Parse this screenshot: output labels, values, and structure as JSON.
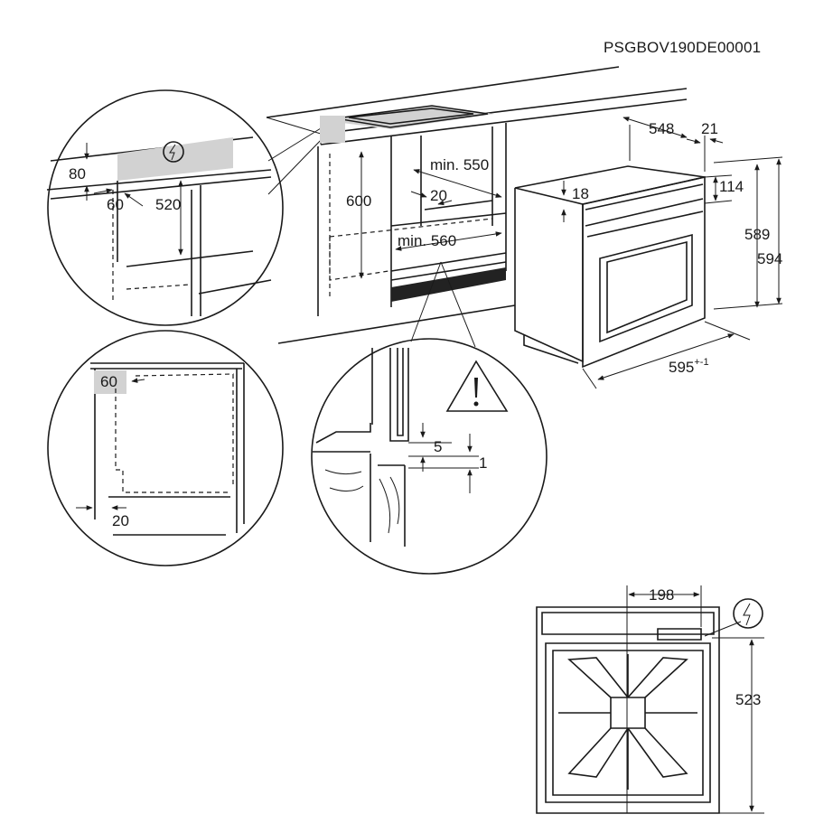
{
  "doc_code": "PSGBOV190DE00001",
  "zoom_top": {
    "d80": "80",
    "d60": "60",
    "d520": "520"
  },
  "cabinet": {
    "d600": "600",
    "min550": "min. 550",
    "d20": "20",
    "min560": "min. 560"
  },
  "oven": {
    "d548": "548",
    "d21": "21",
    "d18": "18",
    "d114": "114",
    "d589": "589",
    "d594": "594",
    "d595": "595",
    "d595_tol": "+-1"
  },
  "zoom_mid": {
    "d60": "60",
    "d20": "20"
  },
  "zoom_warn": {
    "d5": "5",
    "d1": "1"
  },
  "rear": {
    "d198": "198",
    "d523": "523"
  },
  "icons": [
    "electric-connection-icon",
    "warning-triangle-icon"
  ]
}
